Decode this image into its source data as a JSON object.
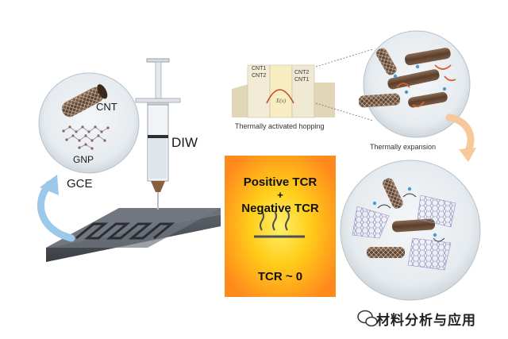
{
  "labels": {
    "cnt": "CNT",
    "gnp": "GNP",
    "gce": "GCE",
    "diw": "DIW",
    "hopping": "Thermally activated hopping",
    "expansion": "Thermally expansion",
    "cnt1": "CNT1",
    "cnt2": "CNT2",
    "ex": "E(x)"
  },
  "tcr": {
    "positive": "Positive TCR",
    "plus": "+",
    "negative": "Negative TCR",
    "result": "TCR ~ 0"
  },
  "watermark": {
    "text": "材料分析与应用",
    "icon": "wechat-icon"
  },
  "colors": {
    "tcr_center": "#ffe11a",
    "tcr_edge": "#ff8c1a",
    "electrode": "#4a4f57",
    "arrow_blue": "#8fc3e6",
    "arrow_orange": "#f6c89a",
    "circle_bg": "#e9eef2",
    "cnt_brown": "#6b4f3a"
  }
}
